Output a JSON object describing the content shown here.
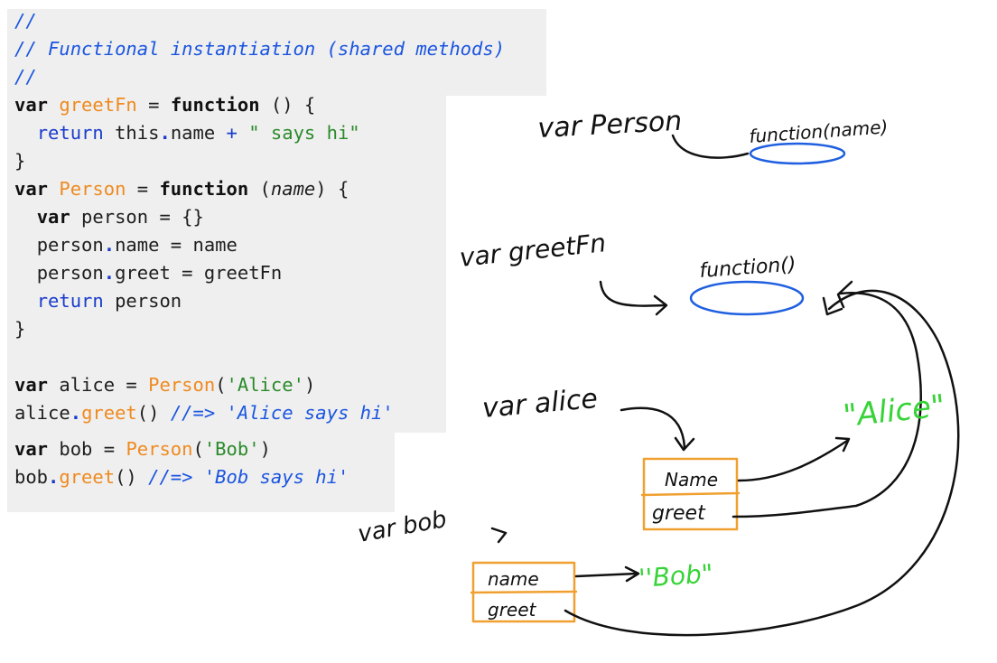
{
  "code": {
    "comment_top": "//",
    "comment_title": "// Functional instantiation (shared methods)",
    "comment_bottom": "//",
    "l_var1": "var",
    "l_greetFn": "greetFn",
    "l_eq1": " = ",
    "l_function1": "function",
    "l_parens1": " () {",
    "l_return1": "return",
    "l_this": " this",
    "l_dot1": ".",
    "l_name1": "name",
    "l_plus": " + ",
    "l_says_hi": "\" says hi\"",
    "l_close1": "}",
    "l_var2": "var",
    "l_Person": "Person",
    "l_eq2": " = ",
    "l_function2": "function",
    "l_open_paren": " (",
    "l_param_name": "name",
    "l_close_paren": ") {",
    "l_var3": "var",
    "l_person_decl": " person = {}",
    "l_person1": "person",
    "l_dot2": ".",
    "l_name_assign": "name = name",
    "l_person2": "person",
    "l_dot3": ".",
    "l_greet_assign": "greet = greetFn",
    "l_return2": "return",
    "l_person_ret": " person",
    "l_close2": "}",
    "l_var4": "var",
    "l_alice_eq": " alice = ",
    "l_Person_call1": "Person",
    "l_paren_a_open": "(",
    "l_alice_str": "'Alice'",
    "l_paren_a_close": ")",
    "l_alice": "alice",
    "l_dot4": ".",
    "l_greet1": "greet",
    "l_call1": "() ",
    "l_arrow1": "//=>",
    "l_alice_result": " 'Alice says hi'",
    "l_var5": "var",
    "l_bob_eq": " bob = ",
    "l_Person_call2": "Person",
    "l_paren_b_open": "(",
    "l_bob_str": "'Bob'",
    "l_paren_b_close": ")",
    "l_bob": "bob",
    "l_dot5": ".",
    "l_greet2": "greet",
    "l_call2": "() ",
    "l_arrow2": "//=>",
    "l_bob_result": " 'Bob says hi'"
  },
  "diagram": {
    "var_person": "var Person",
    "function_name": "function(name)",
    "var_greetfn": "var greetFn",
    "function_empty": "function()",
    "var_alice": "var alice",
    "alice_string": "\"Alice\"",
    "alice_name": "Name",
    "alice_greet": "greet",
    "var_bob": "var bob",
    "bob_string": "''Bob\"",
    "bob_name": "name",
    "bob_greet": "greet"
  },
  "colors": {
    "code_bg": "#efefef",
    "comment": "#1a55e0",
    "orange": "#ef8a1f",
    "string_green": "#2a8a2a",
    "ink": "#111111",
    "blue_ink": "#1f5fe0",
    "green_ink": "#37d337",
    "box_orange": "#f0a030"
  }
}
